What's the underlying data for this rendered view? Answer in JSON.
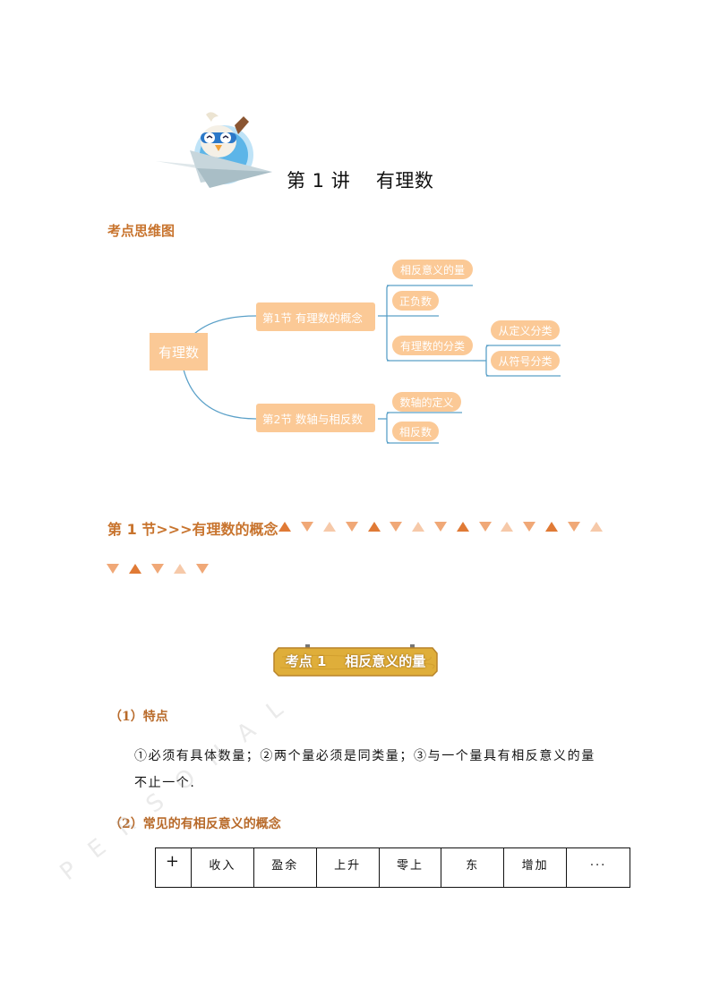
{
  "header": {
    "mascot_icon": "paper-plane-bird-mascot-icon",
    "lecture_title": "第 1 讲    有理数"
  },
  "mindmap": {
    "heading": "考点思维图",
    "root": "有理数",
    "sections": [
      {
        "label": "第1节 有理数的概念",
        "children": [
          {
            "label": "相反意义的量"
          },
          {
            "label": "正负数"
          },
          {
            "label": "有理数的分类",
            "children": [
              {
                "label": "从定义分类"
              },
              {
                "label": "从符号分类"
              }
            ]
          }
        ]
      },
      {
        "label": "第2节 数轴与相反数",
        "children": [
          {
            "label": "数轴的定义"
          },
          {
            "label": "相反数"
          }
        ]
      }
    ],
    "colors": {
      "node_fill": "#fbc996",
      "line": "#5aa0c8"
    }
  },
  "section1": {
    "title": "第 1 节>>>有理数的概念",
    "decor_triangles_row1": [
      "up-dark",
      "down-mid",
      "up-light",
      "down-mid",
      "up-dark",
      "down-mid",
      "up-light",
      "down-mid",
      "up-dark",
      "down-mid",
      "up-light",
      "down-mid",
      "up-dark",
      "down-mid",
      "up-light"
    ],
    "decor_triangles_row2": [
      "down-mid",
      "up-dark",
      "down-mid",
      "up-light",
      "down-mid"
    ],
    "colors": {
      "dark": "#e07a35",
      "mid": "#f0a877",
      "light": "#f6c9a9"
    }
  },
  "topic1": {
    "sign_label": "考点 1    相反意义的量",
    "features_heading": "（1）特点",
    "features_line1": "①必须有具体数量；②两个量必须是同类量；③与一个量具有相反意义的量",
    "features_line2": "不止一个.",
    "concepts_heading": "（2）常见的有相反意义的概念",
    "table": {
      "cells": [
        "+",
        "收入",
        "盈余",
        "上升",
        "零上",
        "东",
        "增加",
        "..."
      ]
    }
  },
  "watermark": {
    "text": "PERSONAL"
  }
}
